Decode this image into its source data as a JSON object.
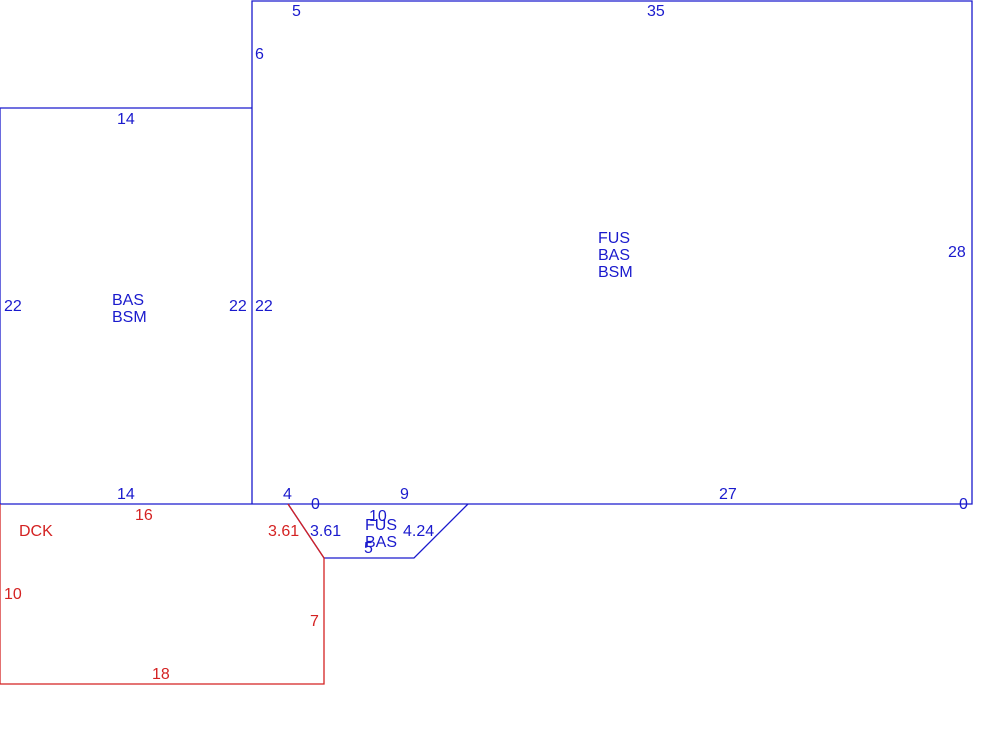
{
  "colors": {
    "structure": "#1a1acd",
    "deck": "#d42222",
    "background": "#ffffff"
  },
  "areas": {
    "main": {
      "lines": [
        "FUS",
        "BAS",
        "BSM"
      ]
    },
    "left": {
      "lines": [
        "BAS",
        "BSM"
      ]
    },
    "bay": {
      "lines": [
        "FUS",
        "BAS"
      ]
    },
    "deck": {
      "lines": [
        "DCK"
      ]
    }
  },
  "dimensions": {
    "main_top_left": "5",
    "main_top": "35",
    "main_left_upper": "6",
    "main_right": "28",
    "main_left_lower": "22",
    "main_bottom_left": "4",
    "main_bottom_zero": "0",
    "main_bottom_mid": "9",
    "main_bottom_right": "27",
    "main_bottom_corner": "0",
    "left_top": "14",
    "left_left": "22",
    "left_right": "22",
    "left_bottom": "14",
    "bay_top": "10",
    "bay_left": "3.61",
    "bay_right": "4.24",
    "bay_bottom": "5",
    "deck_top": "16",
    "deck_diag": "3.61",
    "deck_left": "10",
    "deck_right": "7",
    "deck_bottom": "18"
  }
}
